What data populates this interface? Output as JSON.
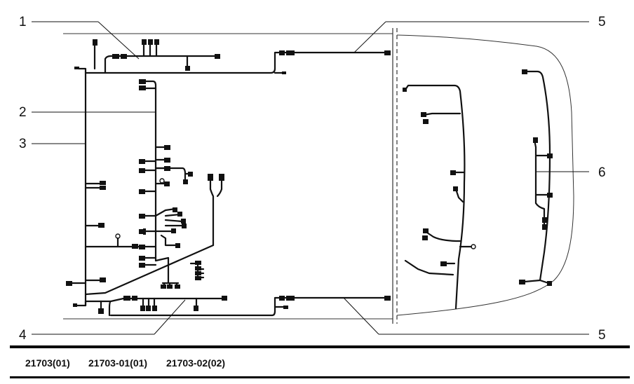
{
  "diagram": {
    "callouts": {
      "c1": "1",
      "c2": "2",
      "c3": "3",
      "c4": "4",
      "c5_top": "5",
      "c5_bottom": "5",
      "c6": "6"
    }
  },
  "footer": {
    "codes": [
      "21703(01)",
      "21703-01(01)",
      "21703-02(02)"
    ]
  },
  "colors": {
    "line": "#111111",
    "background": "#ffffff"
  }
}
